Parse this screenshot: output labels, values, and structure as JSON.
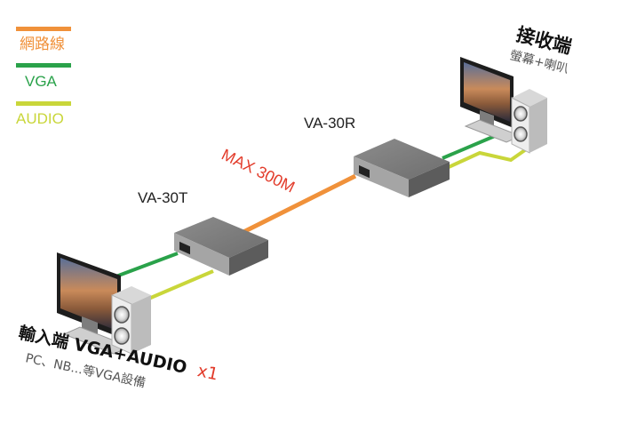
{
  "legend": {
    "network": {
      "label": "網路線",
      "color": "#f0913a"
    },
    "vga": {
      "label": "VGA",
      "color": "#2aa24a"
    },
    "audio": {
      "label": "AUDIO",
      "color": "#c9d63a"
    }
  },
  "transmitter": {
    "model": "VA-30T"
  },
  "receiver": {
    "model": "VA-30R"
  },
  "distance_label": "MAX 300M",
  "distance_color": "#e23b2a",
  "receiver_side": {
    "title": "接收端",
    "subtitle": "螢幕+喇叭"
  },
  "input_side": {
    "title": "輸入端 VGA+AUDIO",
    "multiplier": "x1",
    "multiplier_color": "#e23b2a",
    "subtitle": "PC、NB...等VGA設備"
  }
}
